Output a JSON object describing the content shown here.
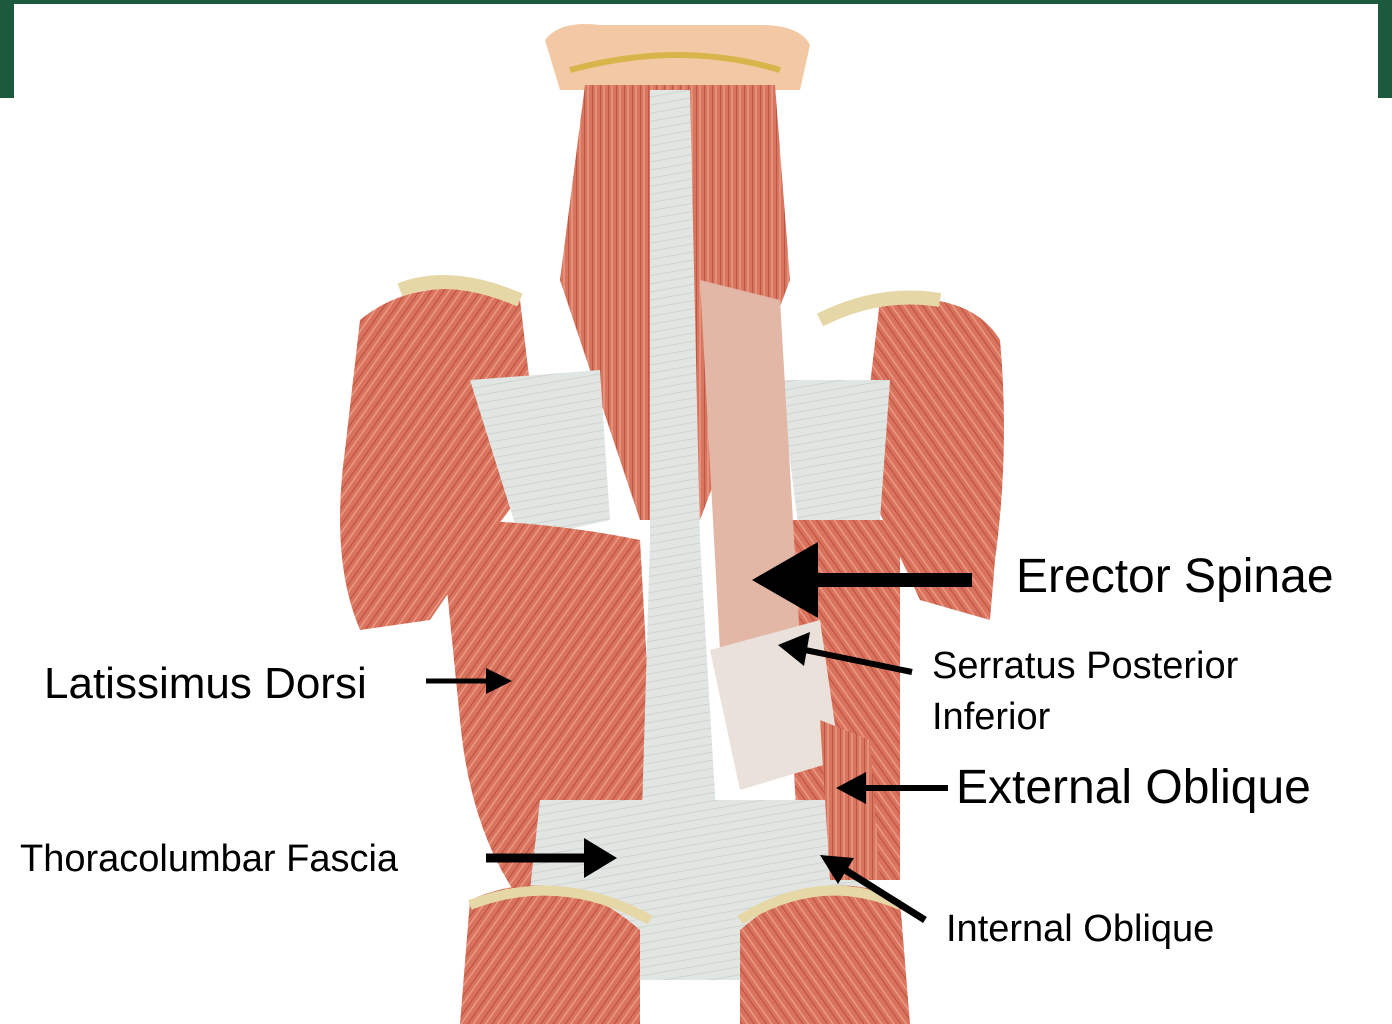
{
  "colors": {
    "frame": "#1c5a3e",
    "muscle": "#d9735d",
    "muscle_dark": "#b8503f",
    "muscle_light": "#eea38e",
    "fascia": "#dfe4e1",
    "skin": "#f2c9a4",
    "arrow": "#000000"
  },
  "labels": {
    "erector_spinae": "Erector Spinae",
    "latissimus_dorsi": "Latissimus Dorsi",
    "serratus_line1": "Serratus Posterior",
    "serratus_line2": "Inferior",
    "external_oblique": "External Oblique",
    "thoracolumbar_fascia": "Thoracolumbar Fascia",
    "internal_oblique": "Internal Oblique"
  }
}
